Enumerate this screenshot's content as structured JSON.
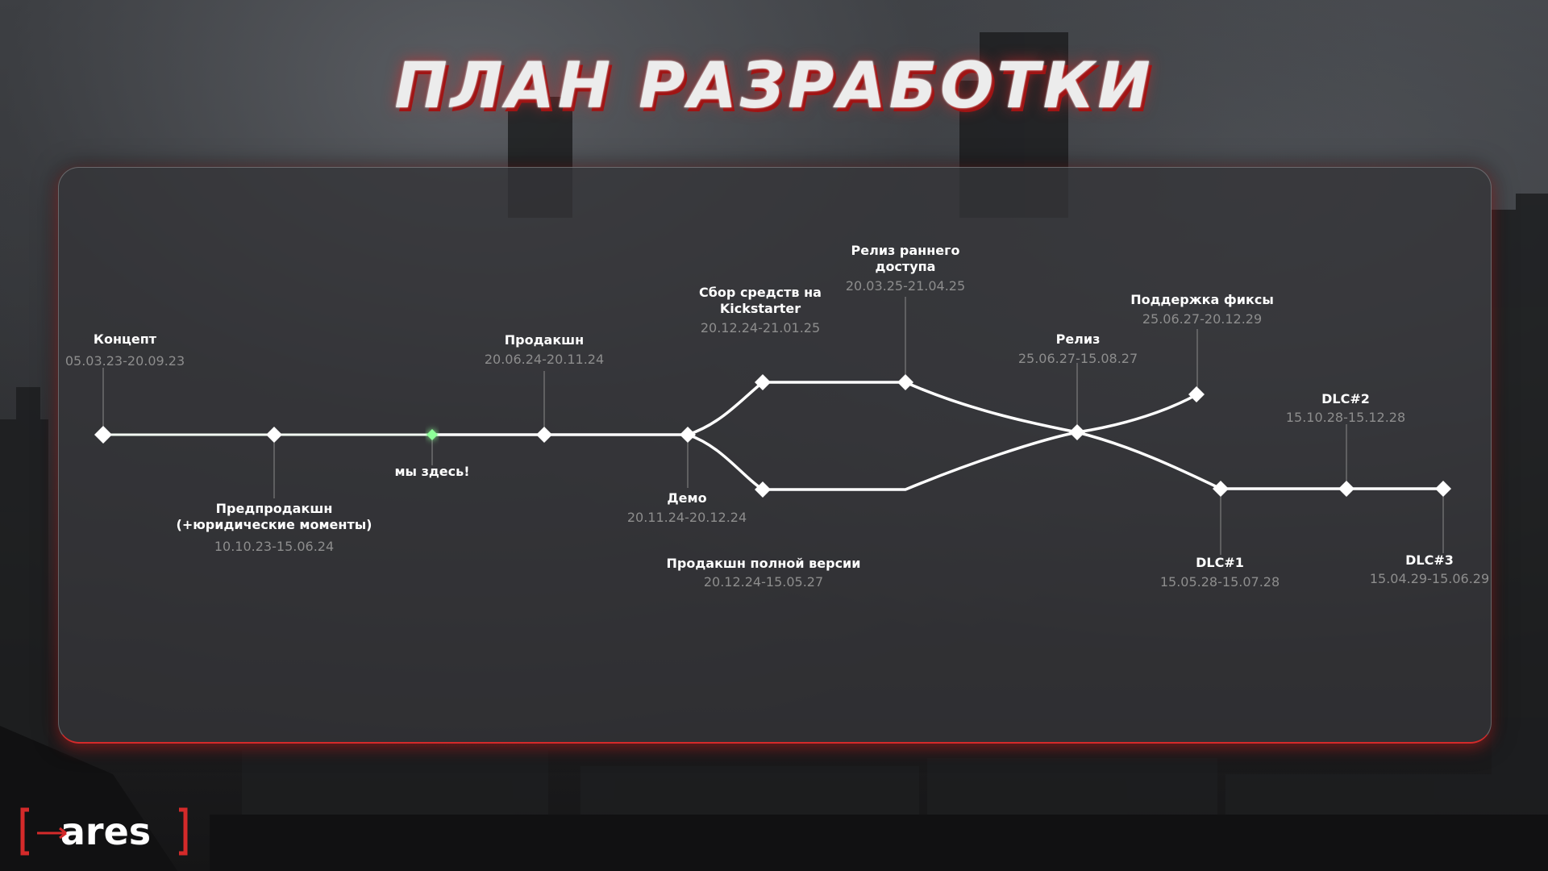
{
  "title": "ПЛАН РАЗРАБОТКИ",
  "colors": {
    "accent": "#d42a2a",
    "progress": "#7dff8a",
    "line": "#ffffff",
    "date": "#8d8d8d"
  },
  "you_are_here": "мы здесь!",
  "milestones": [
    {
      "id": "concept",
      "lines": [
        "Концепт"
      ],
      "date": "05.03.23-20.09.23"
    },
    {
      "id": "preproduction",
      "lines": [
        "Предпродакшн",
        "(+юридические моменты)"
      ],
      "date": "10.10.23-15.06.24"
    },
    {
      "id": "production",
      "lines": [
        "Продакшн"
      ],
      "date": "20.06.24-20.11.24"
    },
    {
      "id": "demo",
      "lines": [
        "Демо"
      ],
      "date": "20.11.24-20.12.24"
    },
    {
      "id": "kickstarter",
      "lines": [
        "Сбор средств на",
        "Kickstarter"
      ],
      "date": "20.12.24-21.01.25"
    },
    {
      "id": "full_production",
      "lines": [
        "Продакшн полной версии"
      ],
      "date": "20.12.24-15.05.27"
    },
    {
      "id": "early_access",
      "lines": [
        "Релиз раннего",
        "доступа"
      ],
      "date": "20.03.25-21.04.25"
    },
    {
      "id": "release",
      "lines": [
        "Релиз"
      ],
      "date": "25.06.27-15.08.27"
    },
    {
      "id": "support",
      "lines": [
        "Поддержка фиксы"
      ],
      "date": "25.06.27-20.12.29"
    },
    {
      "id": "dlc1",
      "lines": [
        "DLC#1"
      ],
      "date": "15.05.28-15.07.28"
    },
    {
      "id": "dlc2",
      "lines": [
        "DLC#2"
      ],
      "date": "15.10.28-15.12.28"
    },
    {
      "id": "dlc3",
      "lines": [
        "DLC#3"
      ],
      "date": "15.04.29-15.06.29"
    }
  ],
  "logo": {
    "text": "ares"
  }
}
